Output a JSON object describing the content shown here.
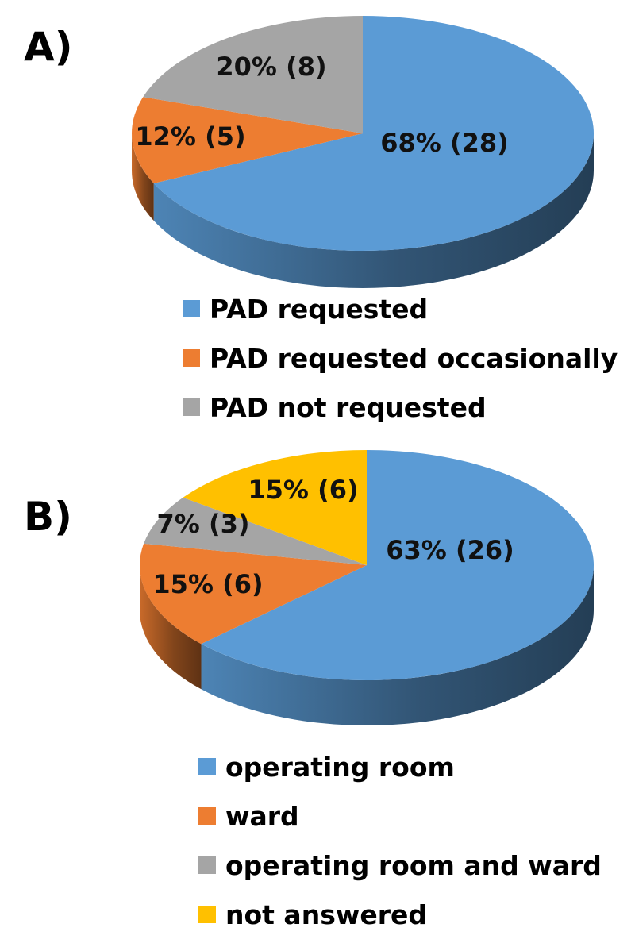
{
  "chart_data": [
    {
      "type": "pie",
      "panel_label": "A)",
      "style": "3d",
      "slices": [
        {
          "label": "PAD requested",
          "percent": 68,
          "count": 28,
          "data_label": "68% (28)",
          "color": "#5B9BD5"
        },
        {
          "label": "PAD requested occasionally",
          "percent": 12,
          "count": 5,
          "data_label": "12% (5)",
          "color": "#ED7D31"
        },
        {
          "label": "PAD not requested",
          "percent": 20,
          "count": 8,
          "data_label": "20% (8)",
          "color": "#A5A5A5"
        }
      ],
      "legend": [
        "PAD requested",
        "PAD requested occasionally",
        "PAD not requested"
      ],
      "legend_position": "bottom"
    },
    {
      "type": "pie",
      "panel_label": "B)",
      "style": "3d",
      "slices": [
        {
          "label": "operating room",
          "percent": 63,
          "count": 26,
          "data_label": "63% (26)",
          "color": "#5B9BD5"
        },
        {
          "label": "ward",
          "percent": 15,
          "count": 6,
          "data_label": "15% (6)",
          "color": "#ED7D31"
        },
        {
          "label": "operating room and ward",
          "percent": 7,
          "count": 3,
          "data_label": "7% (3)",
          "color": "#A5A5A5"
        },
        {
          "label": "not answered",
          "percent": 15,
          "count": 6,
          "data_label": "15% (6)",
          "color": "#FFC000"
        }
      ],
      "legend": [
        "operating room",
        "ward",
        "operating room and ward",
        "not answered"
      ],
      "legend_position": "bottom"
    }
  ]
}
